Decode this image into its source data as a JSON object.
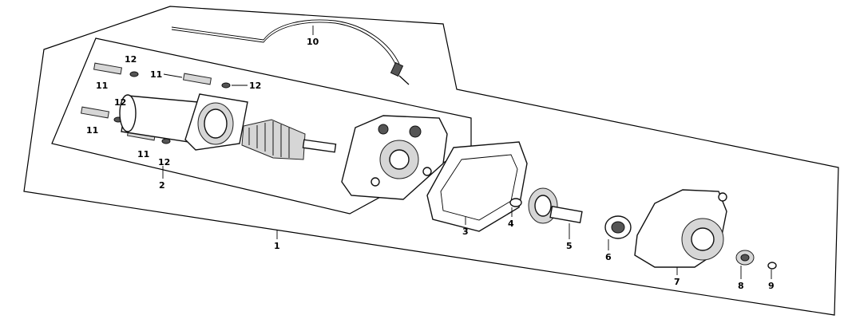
{
  "callouts": {
    "c1": "1",
    "c2": "2",
    "c3": "3",
    "c4": "4",
    "c5": "5",
    "c6": "6",
    "c7": "7",
    "c8": "8",
    "c9": "9",
    "c10": "10",
    "c11a": "11",
    "c11b": "11",
    "c11c": "11",
    "c11d": "11",
    "c12a": "12",
    "c12b": "12",
    "c12c": "12",
    "c12d": "12"
  }
}
